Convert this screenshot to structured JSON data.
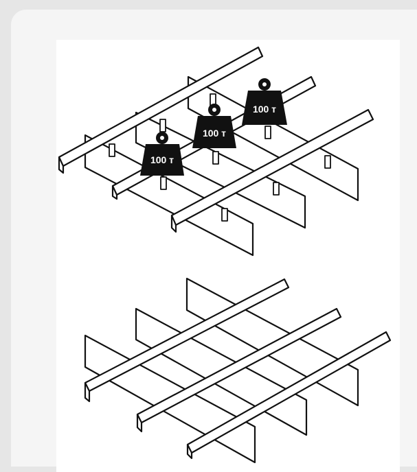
{
  "weights": [
    {
      "label": "100 т"
    },
    {
      "label": "100 т"
    },
    {
      "label": "100 т"
    }
  ]
}
